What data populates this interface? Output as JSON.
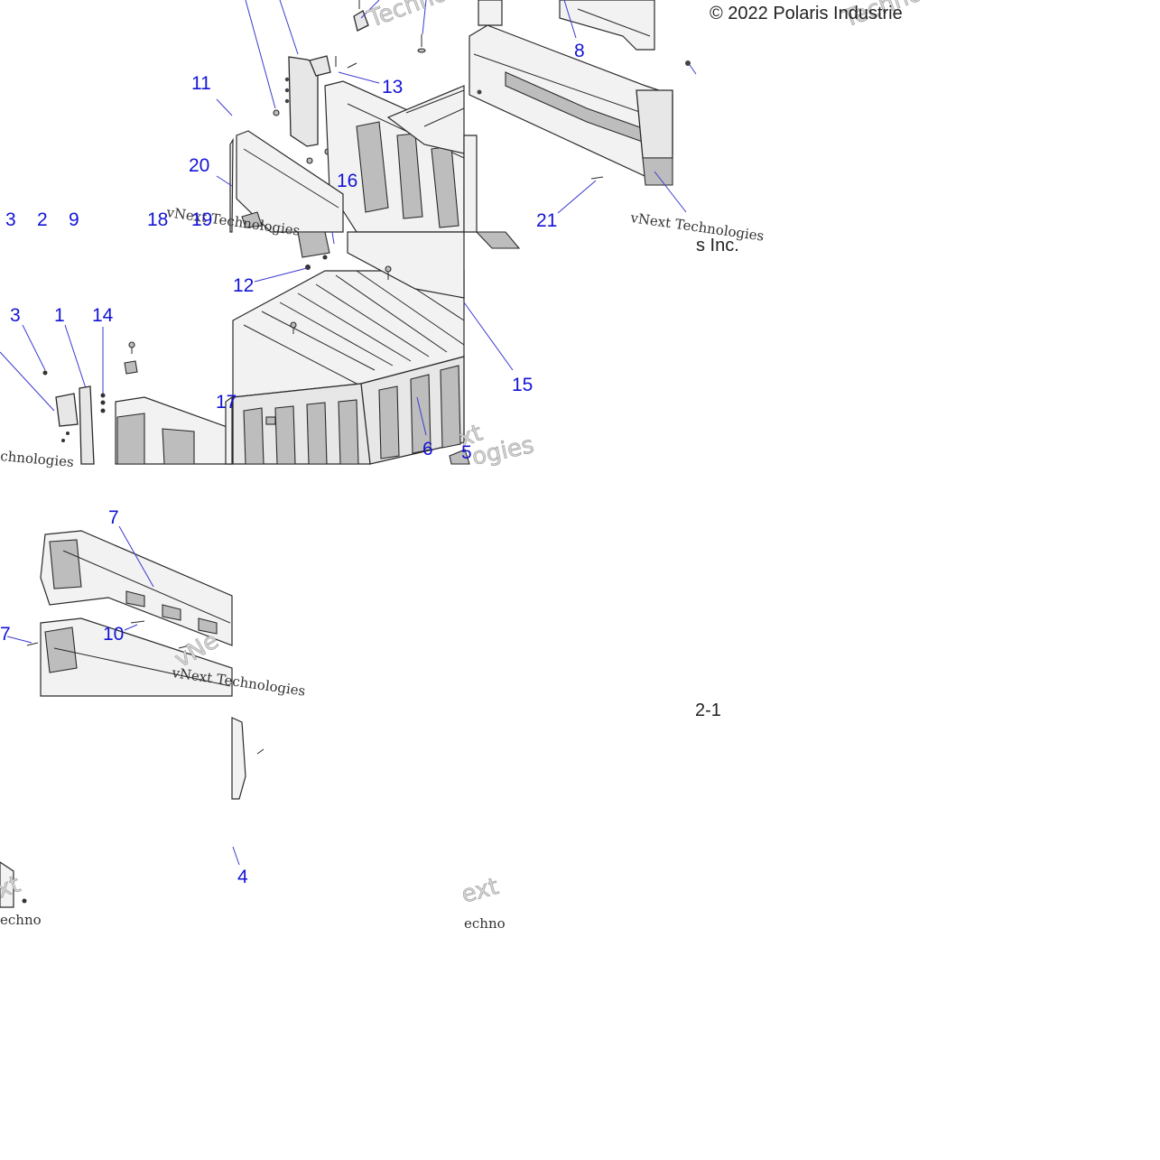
{
  "diagram": {
    "copyright": "© 2022 Polaris Industrie",
    "copyright_tail": "s Inc.",
    "page_number": "2-1",
    "watermark_words": [
      "vNext Technologies",
      "Techno",
      "Technologies"
    ],
    "callouts": [
      {
        "id": "11",
        "text": "11"
      },
      {
        "id": "13",
        "text": "13"
      },
      {
        "id": "8",
        "text": "8"
      },
      {
        "id": "20",
        "text": "20"
      },
      {
        "id": "16",
        "text": "16"
      },
      {
        "id": "3a",
        "text": "3"
      },
      {
        "id": "2",
        "text": "2"
      },
      {
        "id": "9",
        "text": "9"
      },
      {
        "id": "18",
        "text": "18"
      },
      {
        "id": "19",
        "text": "19"
      },
      {
        "id": "21",
        "text": "21"
      },
      {
        "id": "12",
        "text": "12"
      },
      {
        "id": "3b",
        "text": "3"
      },
      {
        "id": "1",
        "text": "1"
      },
      {
        "id": "14",
        "text": "14"
      },
      {
        "id": "15",
        "text": "15"
      },
      {
        "id": "17",
        "text": "17"
      },
      {
        "id": "6",
        "text": "6"
      },
      {
        "id": "5",
        "text": "5"
      },
      {
        "id": "7a",
        "text": "7"
      },
      {
        "id": "10",
        "text": "10"
      },
      {
        "id": "7b",
        "text": "7"
      },
      {
        "id": "4",
        "text": "4"
      }
    ]
  }
}
